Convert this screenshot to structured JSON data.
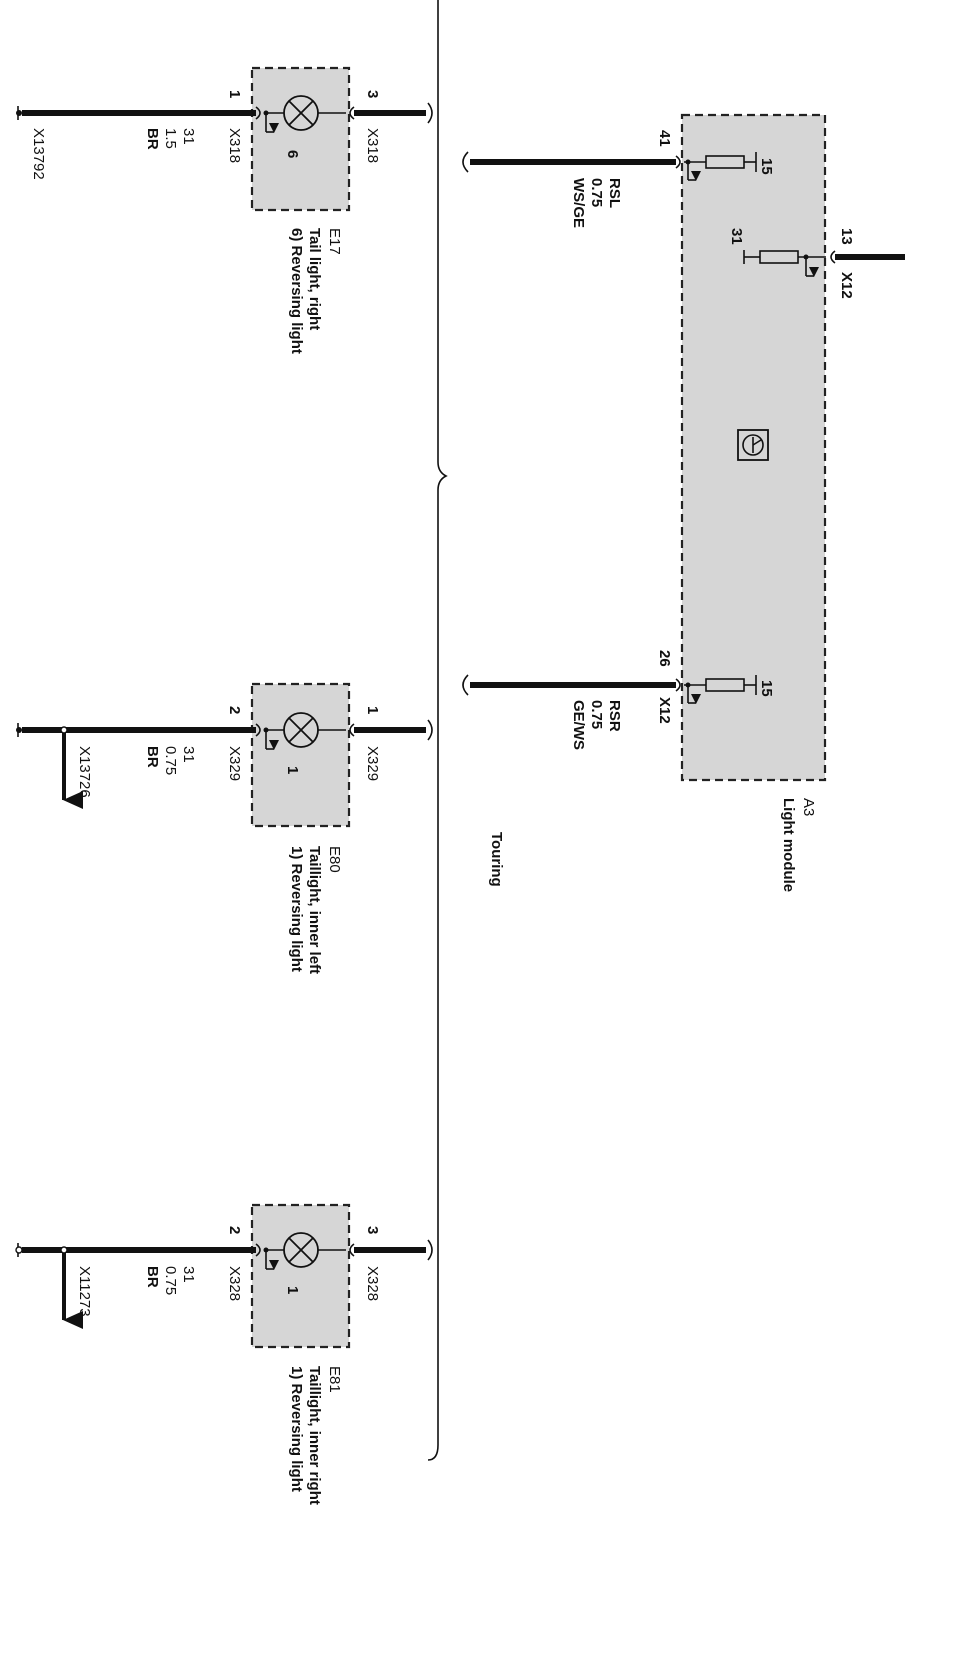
{
  "colors": {
    "box_fill": "#d6d6d6",
    "wire": "#111111",
    "background": "#ffffff"
  },
  "group_label": "Touring",
  "module": {
    "ref": "A3",
    "name": "Light module",
    "icon": "light-module-symbol-icon",
    "pins": [
      {
        "pin": "41",
        "signal": "RSL",
        "size": "0.75",
        "color": "WS/GE",
        "internal": "15"
      },
      {
        "pin": "26",
        "signal": "RSR",
        "size": "0.75",
        "color": "GE/WS",
        "internal": "15",
        "connector": "X12"
      },
      {
        "pin": "13",
        "connector": "X12",
        "internal": "31"
      }
    ]
  },
  "lamps": [
    {
      "ref": "E17",
      "name": "Tail light, right",
      "function": "6) Reversing light",
      "bulb": "6",
      "pin_in": "3",
      "conn_in": "X318",
      "pin_out": "1",
      "conn_out": "X318",
      "wire": "31",
      "size": "1.5",
      "color": "BR",
      "ground": "X13792"
    },
    {
      "ref": "E80",
      "name": "Taillight, inner left",
      "function": "1) Reversing light",
      "bulb": "1",
      "pin_in": "1",
      "conn_in": "X329",
      "pin_out": "2",
      "conn_out": "X329",
      "wire": "31",
      "size": "0.75",
      "color": "BR",
      "ground": "X13726"
    },
    {
      "ref": "E81",
      "name": "Taillight, inner right",
      "function": "1) Reversing light",
      "bulb": "1",
      "pin_in": "3",
      "conn_in": "X328",
      "pin_out": "2",
      "conn_out": "X328",
      "wire": "31",
      "size": "0.75",
      "color": "BR",
      "ground": "X11273"
    }
  ]
}
